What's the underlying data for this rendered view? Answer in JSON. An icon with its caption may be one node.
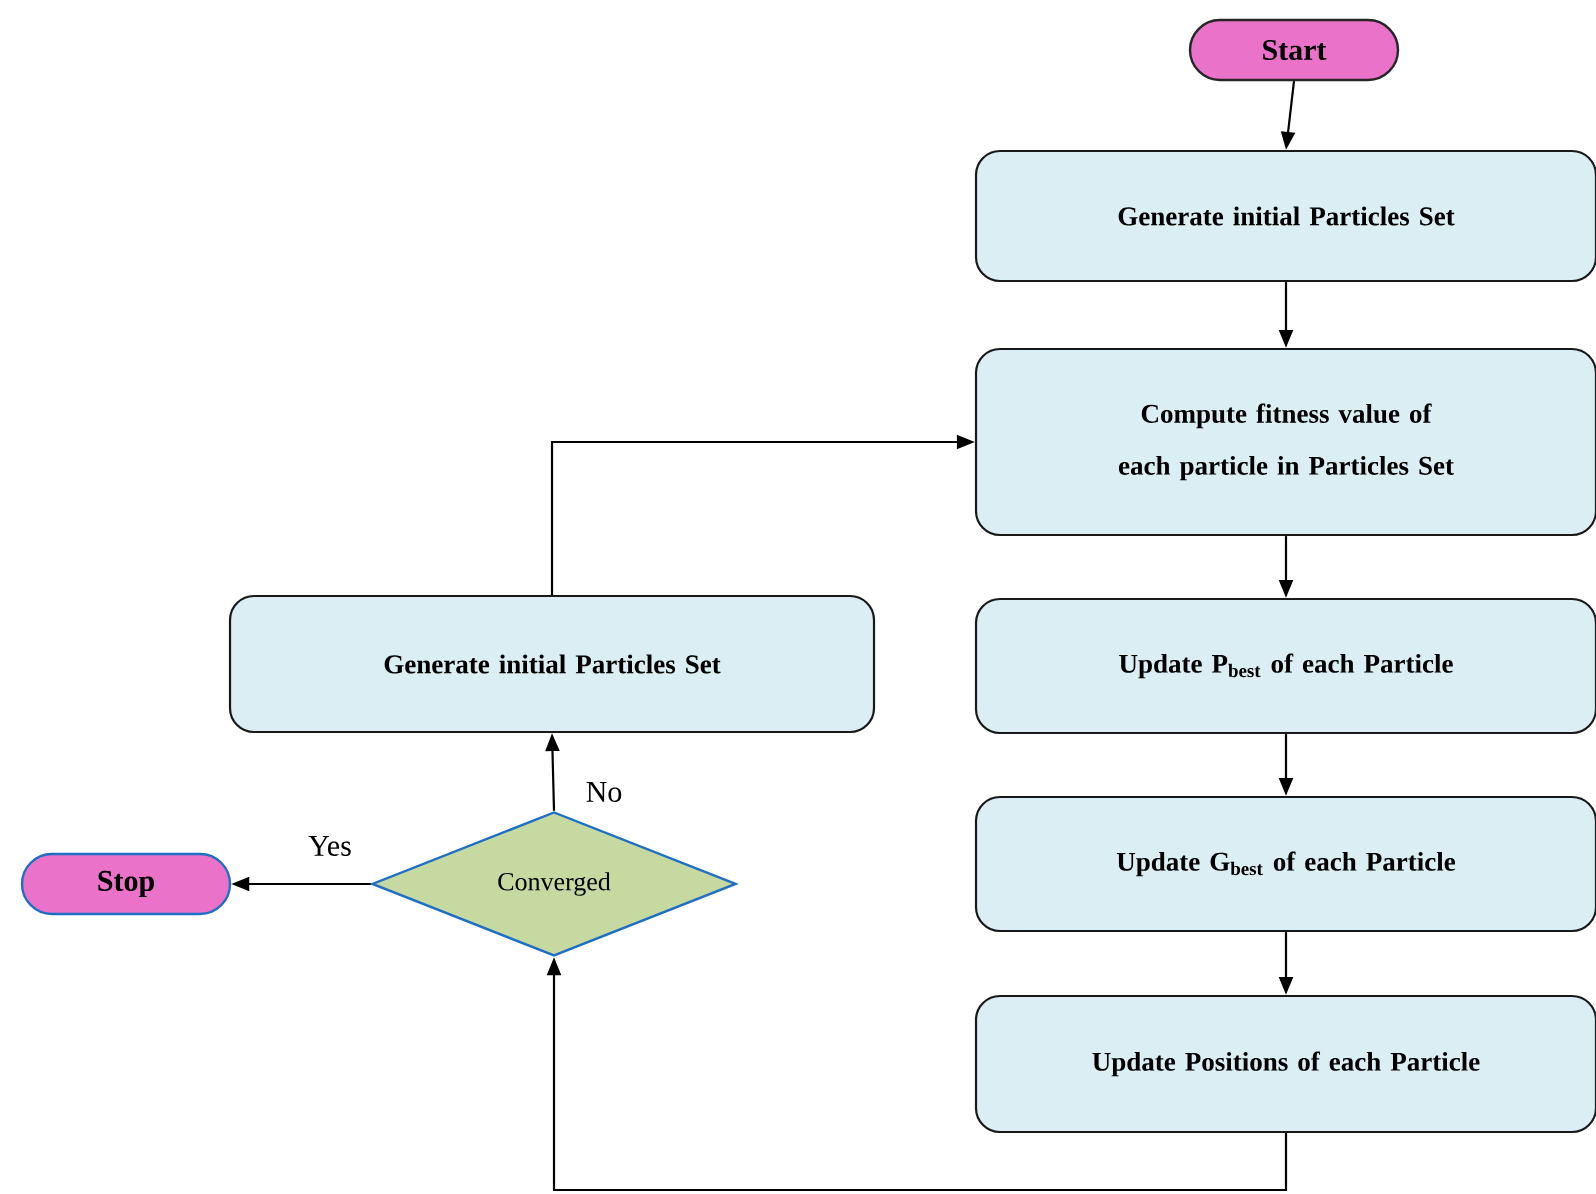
{
  "diagram": {
    "nodes": [
      {
        "text": [
          "Start"
        ]
      },
      {
        "text": [
          "Generate initial Particles Set"
        ]
      },
      {
        "text": [
          "Compute fitness value of each particle in Particles Set"
        ]
      },
      {
        "text": [
          "Update P$_{best}$ of each Particle"
        ]
      },
      {
        "text": [
          "Update G$_{best}$ of each Particle"
        ]
      },
      {
        "text": [
          "Update Positions of each Particle"
        ]
      },
      {
        "text": [
          "Generate initial Particles Set"
        ]
      },
      {
        "text": [
          "Converged"
        ]
      },
      {
        "text": [
          "Stop"
        ]
      }
    ],
    "edges": [
      {
        "from": 0,
        "to": 1,
        "arrow": "to"
      },
      {
        "from": 1,
        "to": 2,
        "arrow": "to"
      },
      {
        "from": 2,
        "to": 3,
        "arrow": "to"
      },
      {
        "from": 3,
        "to": 4,
        "arrow": "to"
      },
      {
        "from": 4,
        "to": 5,
        "arrow": "to"
      },
      {
        "from": 5,
        "to": 7,
        "arrow": "to"
      },
      {
        "from": 7,
        "to": 6,
        "label": "No",
        "arrow": "to"
      },
      {
        "from": 7,
        "to": 8,
        "label": "Yes",
        "arrow": "to"
      },
      {
        "from": 6,
        "to": 2,
        "arrow": "to"
      }
    ]
  }
}
